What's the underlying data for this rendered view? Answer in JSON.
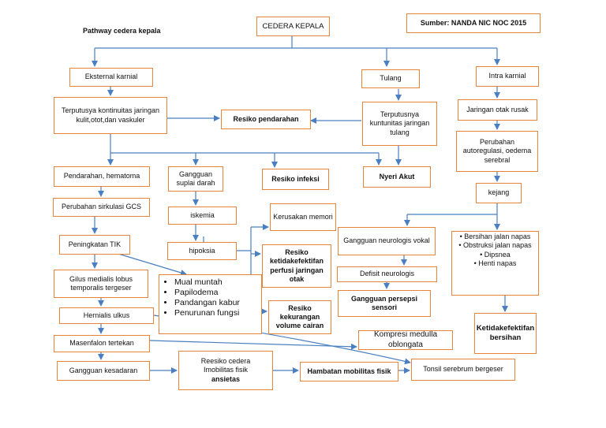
{
  "header": {
    "title": "Pathway cedera kepala",
    "source": "Sumber: NANDA NIC NOC 2015"
  },
  "nodes": {
    "cedera_kepala": "CEDERA KEPALA",
    "eksternal": "Eksternal karnial",
    "tulang": "Tulang",
    "intra": "Intra karnial",
    "terputusya": "Terputusya kontinuitas jaringan kulit,otot,dan vaskuler",
    "resiko_pendarahan": "Resiko pendarahan",
    "terputusnya_tulang": "Terputusnya kuntunitas jaringan tulang",
    "jaringan_otak": "Jaringan otak rusak",
    "perubahan_autoregulasi": "Perubahan autoregulasi, oedema serebral",
    "pendarahan_hematoma": "Pendarahan, hematoma",
    "gangguan_suplai": "Gangguan suplai darah",
    "resiko_infeksi": "Resiko infeksi",
    "nyeri_akut": "Nyeri Akut",
    "kejang": "kejang",
    "perubahan_gcs": "Perubahan sirkulasi GCS",
    "iskemia": "iskemia",
    "kerusakan_memori": "Kerusakan memori",
    "gangguan_neurologis": "Gangguan neurologis vokal",
    "peningkatan_tik": "Peningkatan TIK",
    "hipoksia": "hipoksia",
    "resiko_perfusi": "Resiko ketidakefektifan perfusi jaringan otak",
    "defisit_neurologis": "Defisit neurologis",
    "gilus": "Gilus medialis lobus temporalis tergeser",
    "gangguan_persepsi": "Gangguan persepsi sensori",
    "resiko_volume": "Resiko kekurangan volume cairan",
    "hernialis": "Hernialis ulkus",
    "masenfalon": "Masenfalon tertekan",
    "kompresi": "Kompresi medulla oblongata",
    "ketidakefektifan_bersihan": "Ketidakefektifan bersihan",
    "gangguan_kesadaran": "Gangguan kesadaran",
    "reesiko_cedera": "Reesiko cedera",
    "imobilitas": "Imobilitas fisik",
    "ansietas": "ansietas",
    "hambatan": "Hambatan mobilitas fisik",
    "tonsil": "Tonsil serebrum bergeser"
  },
  "symptoms": [
    "Mual muntah",
    "Papilodema",
    "Pandangan kabur",
    "Penurunan fungsi"
  ],
  "airway": [
    "Bersihan jalan napas",
    "Obstruksi jalan napas",
    "Dipsnea",
    "Henti napas"
  ],
  "style": {
    "box_border": "#e8843a",
    "arrow_color": "#4a7fc1"
  }
}
